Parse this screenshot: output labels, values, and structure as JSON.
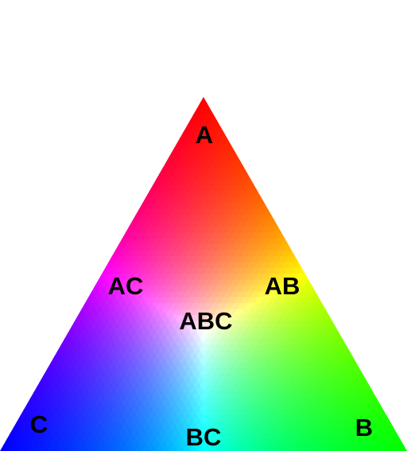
{
  "diagram": {
    "labels": {
      "a": "A",
      "b": "B",
      "c": "C",
      "ab": "AB",
      "ac": "AC",
      "bc": "BC",
      "abc": "ABC"
    },
    "colors": {
      "a": "#ff0000",
      "b": "#00ff00",
      "c": "#0000ff",
      "ab": "#ffff00",
      "ac": "#ff00ff",
      "bc": "#00ffff",
      "abc": "#ffffff",
      "background": "#ffffff",
      "text": "#000000"
    }
  }
}
